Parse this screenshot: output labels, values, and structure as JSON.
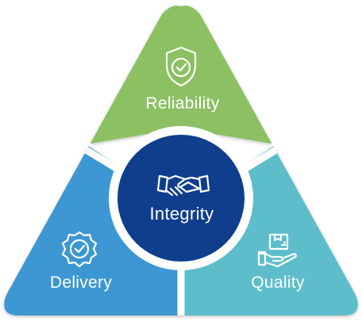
{
  "diagram": {
    "top": {
      "label": "Reliability",
      "icon": "shield-check-icon",
      "color": "#8cc063"
    },
    "left": {
      "label": "Delivery",
      "icon": "seal-check-icon",
      "color": "#3c97d3"
    },
    "right": {
      "label": "Quality",
      "icon": "box-in-hand-icon",
      "color": "#5dbdca"
    },
    "center": {
      "label": "Integrity",
      "icon": "handshake-icon",
      "color": "#0f3f8c"
    }
  }
}
